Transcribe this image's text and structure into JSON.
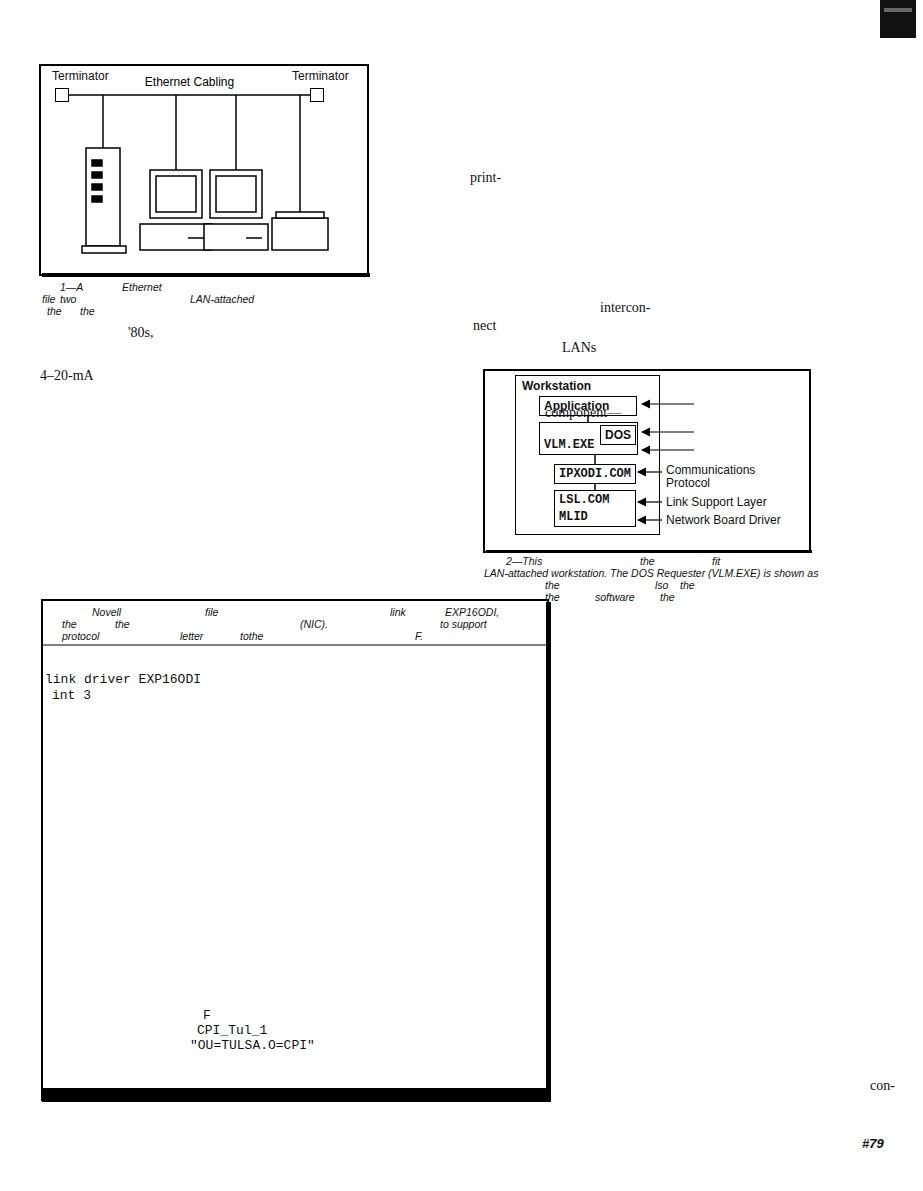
{
  "diagram": {
    "nodes": [
      {
        "text": [
          "Terminator"
        ]
      },
      {
        "text": [
          "Terminator"
        ]
      },
      {
        "text": [
          "Workstation"
        ]
      },
      {
        "text": [
          "Application"
        ],
        "in": 2
      },
      {
        "text": [
          "VLM.EXE"
        ],
        "in": 2
      },
      {
        "text": [
          "DOS"
        ],
        "in": 4
      },
      {
        "text": [
          "IPXODI.COM"
        ],
        "in": 2
      },
      {
        "text": [
          "LSL.COM"
        ],
        "in": 2
      },
      {
        "text": [
          "MLID"
        ],
        "in": 2
      }
    ],
    "edges": [
      {
        "from": 0,
        "to": 1,
        "arrow": "none",
        "label": "Ethernet Cabling"
      },
      {
        "from": 3,
        "to": 4,
        "arrow": "none"
      },
      {
        "from": 4,
        "to": 6,
        "arrow": "none"
      },
      {
        "from": 6,
        "to": 7,
        "arrow": "none"
      }
    ],
    "labels": [
      "1—A",
      "Ethernet",
      "file",
      "two",
      "LAN-attached",
      "the",
      "the",
      "print-",
      "'80s,",
      "intercon-",
      "nect",
      "LANs",
      "4–20-mA",
      "component—",
      "Communications Protocol",
      "Link Support Layer",
      "Network Board Driver",
      "2—This",
      "the",
      "fit",
      "LAN-attached workstation. The DOS Requester (VLM.EXE) is shown as",
      "the",
      "lso",
      "the",
      "the",
      "software",
      "the",
      "Novell",
      "file",
      "link",
      "EXP16ODI,",
      "the",
      "the",
      "(NIC).",
      "to support",
      "protocol",
      "letter",
      "tothe",
      "F.",
      "link driver EXP16ODI",
      "int 3",
      "F",
      "CPI_Tul_1",
      "\"OU=TULSA.O=CPI\"",
      "con-",
      "#79"
    ]
  }
}
